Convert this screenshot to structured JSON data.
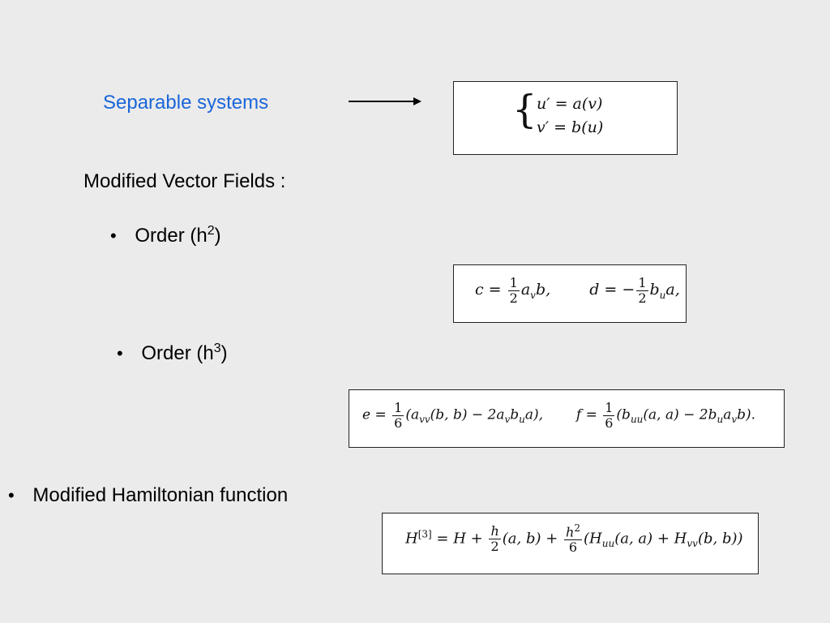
{
  "separable": {
    "label": "Separable systems",
    "eq1": "u′ = a(v)",
    "eq2": "v′ = b(u)"
  },
  "modified_vector_fields": {
    "label": "Modified Vector Fields :"
  },
  "order2": {
    "label": "Order (h",
    "sup": "2",
    "close": ")"
  },
  "order3": {
    "label": "Order (h",
    "sup": "3",
    "close": ")"
  },
  "hamiltonian": {
    "label": "Modified Hamiltonian function"
  },
  "bullet": "•",
  "colors": {
    "link": "#1a66d9",
    "background": "#ebebeb"
  }
}
